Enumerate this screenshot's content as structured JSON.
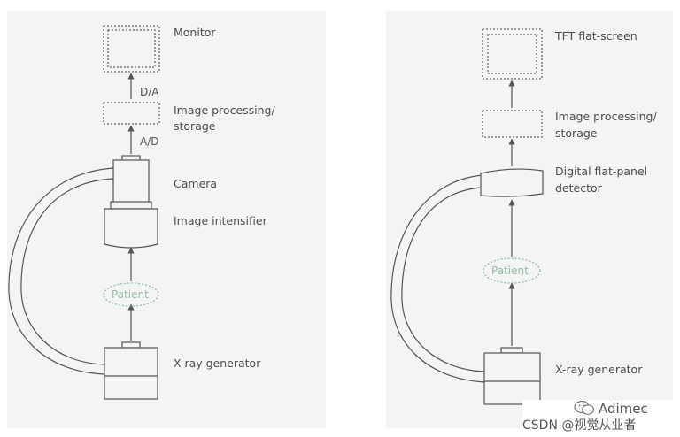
{
  "left": {
    "monitor": "Monitor",
    "da": "D/A",
    "processing_1": "Image processing/",
    "processing_2": "storage",
    "ad": "A/D",
    "camera": "Camera",
    "intensifier": "Image intensifier",
    "patient": "Patient",
    "generator": "X-ray generator"
  },
  "right": {
    "screen": "TFT flat-screen",
    "processing_1": "Image processing/",
    "processing_2": "storage",
    "detector_1": "Digital flat-panel",
    "detector_2": "detector",
    "patient": "Patient",
    "generator": "X-ray generator"
  },
  "watermark": {
    "line1": "Adimec",
    "line2": "CSDN @视觉从业者"
  },
  "colors": {
    "panel_bg": "#f4f4f4",
    "stroke": "#555555",
    "patient": "#8fbfa0"
  }
}
